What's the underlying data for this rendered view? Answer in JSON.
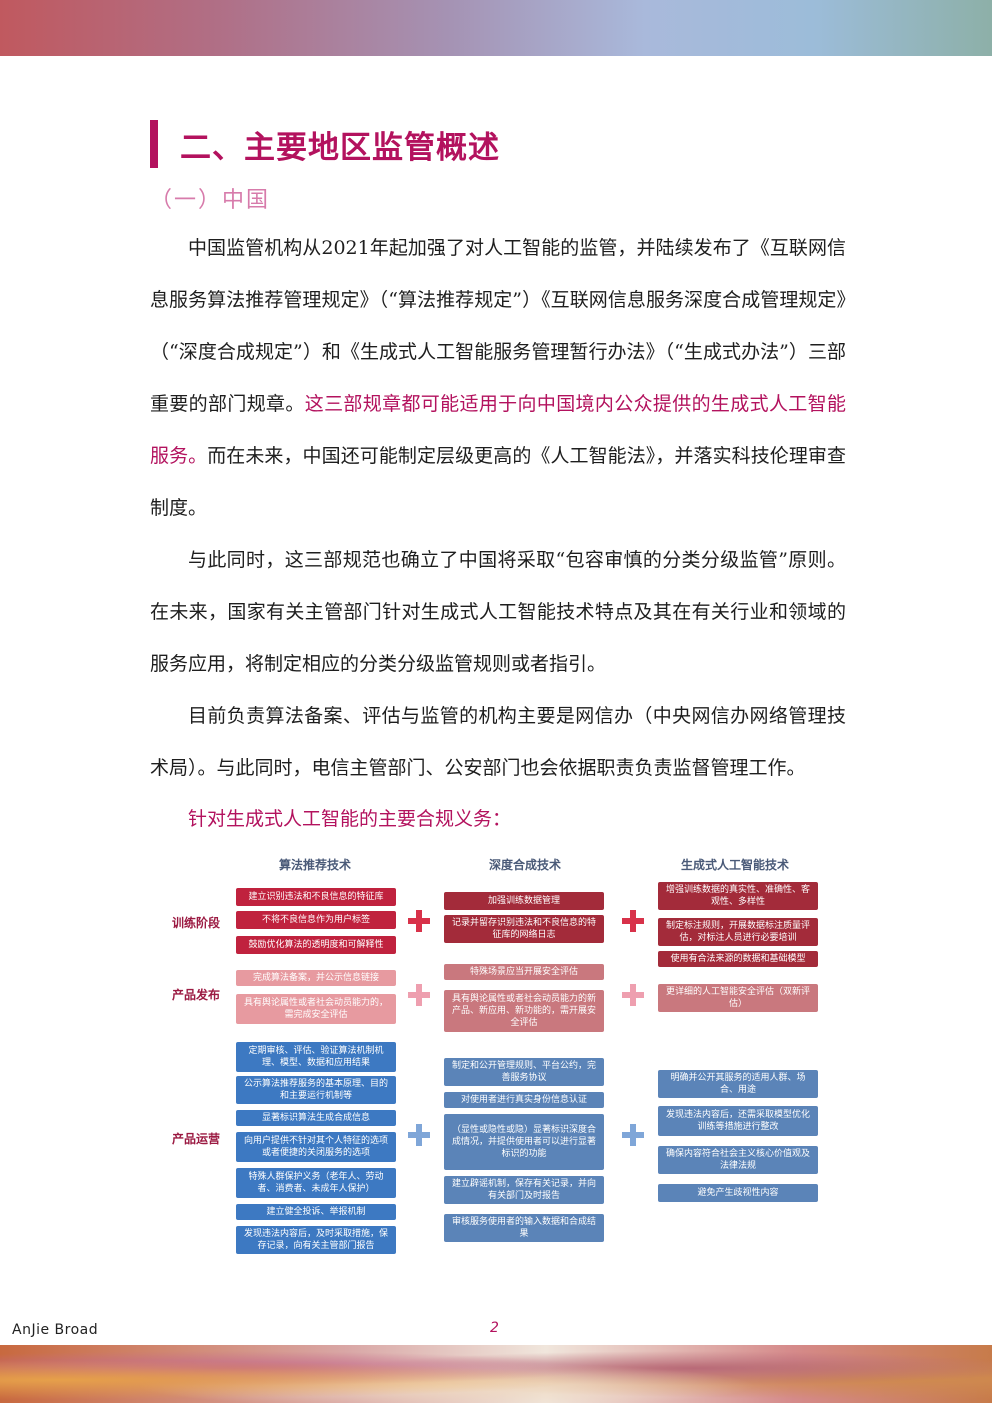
{
  "header": {
    "section_title": "二、主要地区监管概述",
    "sub_title": "（一）中国"
  },
  "paragraphs": {
    "p1_a": "中国监管机构从2021年起加强了对人工智能的监管，并陆续发布了《互联网信息服务算法推荐管理规定》（“算法推荐规定”）《互联网信息服务深度合成管理规定》（“深度合成规定”）和《生成式人工智能服务管理暂行办法》（“生成式办法”）三部重要的部门规章。",
    "p1_hl": "这三部规章都可能适用于向中国境内公众提供的生成式人工智能服务。",
    "p1_b": "而在未来，中国还可能制定层级更高的《人工智能法》，并落实科技伦理审查制度。",
    "p2": "与此同时，这三部规范也确立了中国将采取“包容审慎的分类分级监管”原则。在未来，国家有关主管部门针对生成式人工智能技术特点及其在有关行业和领域的服务应用，将制定相应的分类分级监管规则或者指引。",
    "p3": "目前负责算法备案、评估与监管的机构主要是网信办（中央网信办网络管理技术局）。与此同时，电信主管部门、公安部门也会依据职责负责监督管理工作。"
  },
  "diagram": {
    "title": "针对生成式人工智能的主要合规义务：",
    "columns": [
      "算法推荐技术",
      "深度合成技术",
      "生成式人工智能技术"
    ],
    "rows": [
      "训练阶段",
      "产品发布",
      "产品运营"
    ],
    "training": {
      "algo": [
        "建立识别违法和不良信息的特征库",
        "不将不良信息作为用户标签",
        "鼓励优化算法的透明度和可解释性"
      ],
      "deep": [
        "加强训练数据管理",
        "记录并留存识别违法和不良信息的特征库的网络日志"
      ],
      "gen": [
        "增强训练数据的真实性、准确性、客观性、多样性",
        "制定标注规则，开展数据标注质量评估，对标注人员进行必要培训",
        "使用有合法来源的数据和基础模型"
      ]
    },
    "release": {
      "algo": [
        "完成算法备案，并公示信息链接",
        "具有舆论属性或者社会动员能力的，需完成安全评估"
      ],
      "deep": [
        "特殊场景应当开展安全评估",
        "具有舆论属性或者社会动员能力的新产品、新应用、新功能的，需开展安全评估"
      ],
      "gen": [
        "更详细的人工智能安全评估（双新评估）"
      ]
    },
    "operation": {
      "algo": [
        "定期审核、评估、验证算法机制机理、模型、数据和应用结果",
        "公示算法推荐服务的基本原理、目的和主要运行机制等",
        "显著标识算法生成合成信息",
        "向用户提供不针对其个人特征的选项或者便捷的关闭服务的选项",
        "特殊人群保护义务（老年人、劳动者、消费者、未成年人保护）",
        "建立健全投诉、举报机制",
        "发现违法内容后，及时采取措施，保存记录，向有关主管部门报告"
      ],
      "deep": [
        "制定和公开管理规则、平台公约，完善服务协议",
        "对使用者进行真实身份信息认证",
        "（显性或隐性或隐）显著标识深度合成情况，并提供使用者可以进行显著标识的功能",
        "建立辟谣机制，保存有关记录，并向有关部门及时报告",
        "审核服务使用者的输入数据和合成结果"
      ],
      "gen": [
        "明确并公开其服务的适用人群、场合、用途",
        "发现违法内容后，还需采取模型优化训练等措施进行整改",
        "确保内容符合社会主义核心价值观及法律法规",
        "避免产生歧视性内容"
      ]
    }
  },
  "footer": {
    "brand": "AnJie Broad",
    "page": "2"
  }
}
